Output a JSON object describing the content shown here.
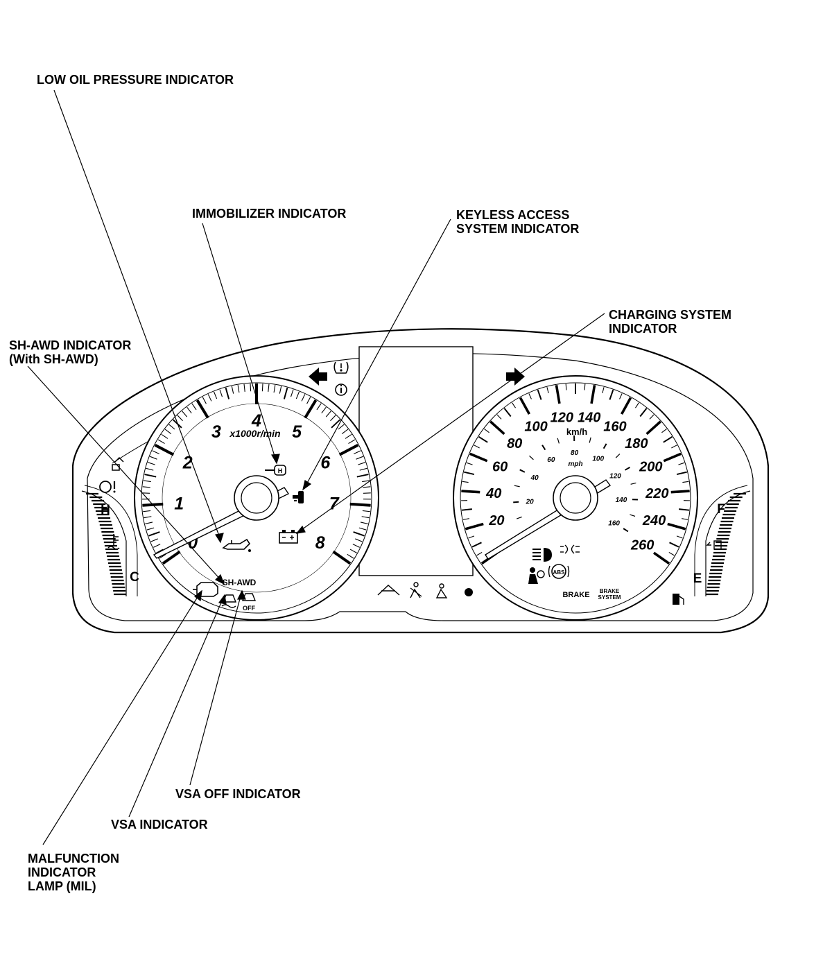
{
  "callouts": {
    "low_oil": [
      "LOW OIL PRESSURE INDICATOR"
    ],
    "immobilizer": [
      "IMMOBILIZER INDICATOR"
    ],
    "keyless": [
      "KEYLESS ACCESS",
      "SYSTEM INDICATOR"
    ],
    "charging": [
      "CHARGING SYSTEM",
      "INDICATOR"
    ],
    "shawd": [
      "SH-AWD INDICATOR",
      "(With SH-AWD)"
    ],
    "vsa_off": [
      "VSA OFF INDICATOR"
    ],
    "vsa": [
      "VSA INDICATOR"
    ],
    "mil": [
      "MALFUNCTION",
      "INDICATOR",
      "LAMP (MIL)"
    ]
  },
  "tachometer": {
    "numbers": [
      "0",
      "1",
      "2",
      "3",
      "4",
      "5",
      "6",
      "7",
      "8"
    ],
    "unit": "x1000r/min"
  },
  "speedometer": {
    "kmh": [
      "20",
      "40",
      "60",
      "80",
      "100",
      "120",
      "140",
      "160",
      "180",
      "200",
      "220",
      "240",
      "260"
    ],
    "kmh_unit": "km/h",
    "mph": [
      "20",
      "40",
      "60",
      "80",
      "100",
      "120",
      "140",
      "160"
    ],
    "mph_unit": "mph"
  },
  "temp_gauge": {
    "hot": "H",
    "cold": "C"
  },
  "fuel_gauge": {
    "full": "F",
    "empty": "E"
  },
  "cluster_labels": {
    "shawd": "SH-AWD",
    "vsa_off": "OFF",
    "abs": "ABS",
    "brake": "BRAKE",
    "brake_system": [
      "BRAKE",
      "SYSTEM"
    ],
    "immobilizer_mark": "H"
  }
}
